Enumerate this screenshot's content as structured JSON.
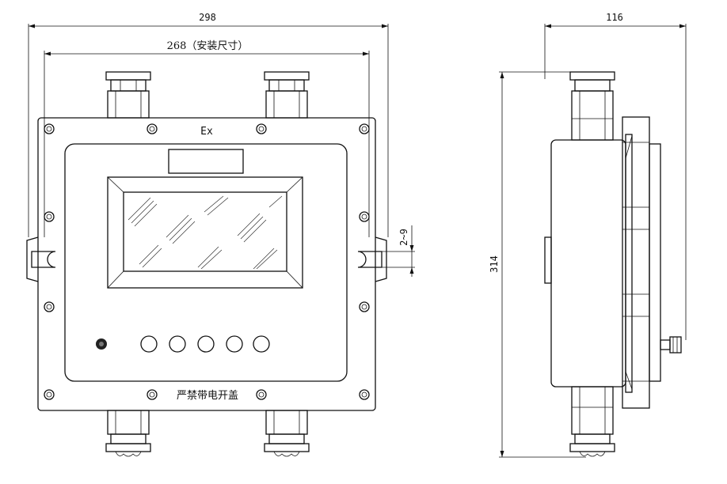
{
  "front_view": {
    "dim_overall_width": "298",
    "dim_install_width": "268（安装尺寸）",
    "dim_slot": "2~9",
    "ex_mark": "Ex",
    "warning_label": "严禁带电开盖"
  },
  "side_view": {
    "dim_depth": "116",
    "dim_height": "314"
  }
}
